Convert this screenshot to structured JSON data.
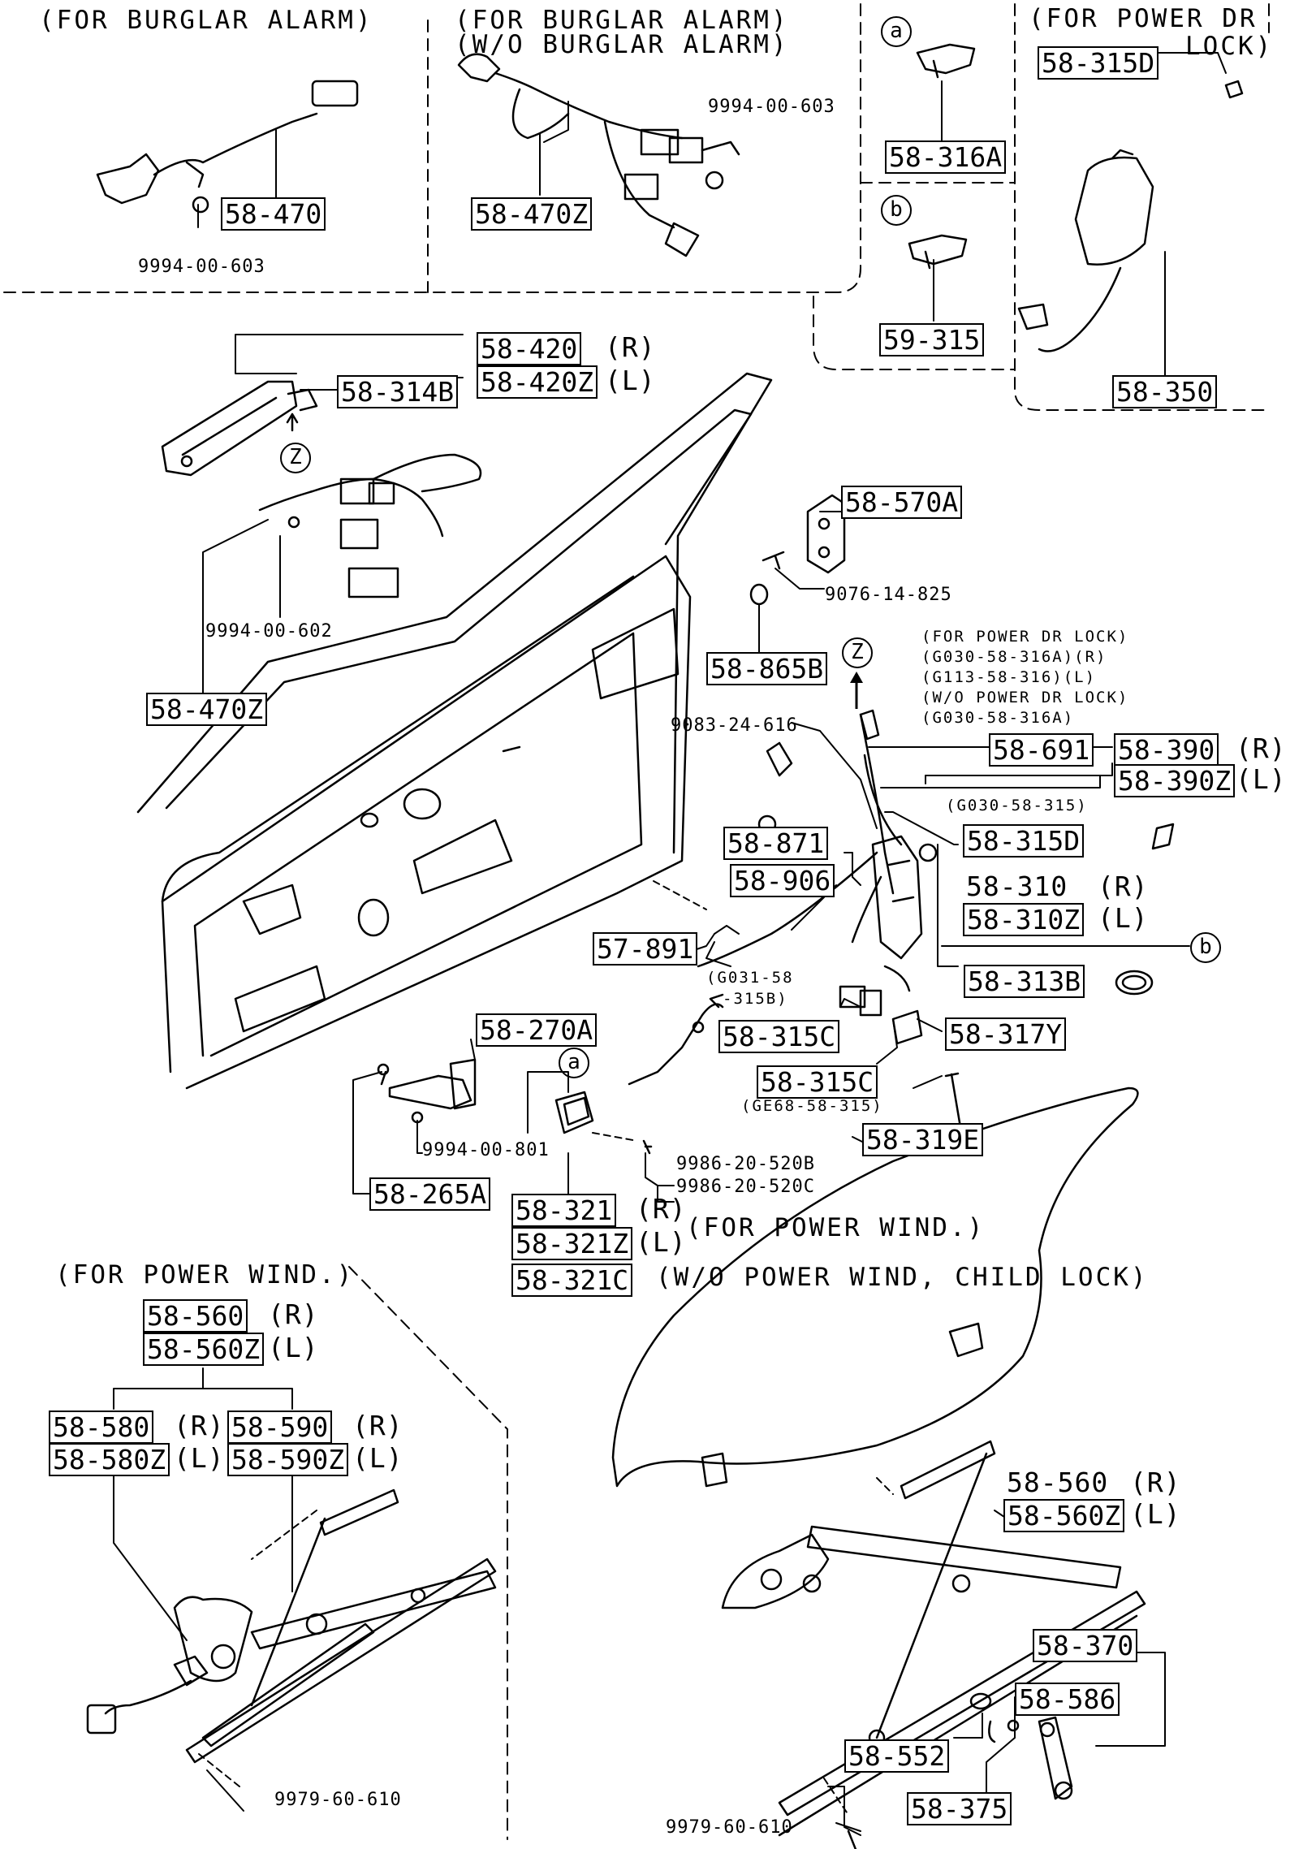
{
  "headers": {
    "for_burglar_alarm": "(FOR BURGLAR ALARM)",
    "for_wo_burglar_alarm_1": "(FOR BURGLAR ALARM)",
    "for_wo_burglar_alarm_2": "(W/O BURGLAR ALARM)",
    "for_power_dr_lock_1": "(FOR POWER DR",
    "for_power_dr_lock_2": "LOCK)",
    "for_power_wind_window": "(FOR POWER WIND.)",
    "for_power_wind_handle": "(FOR POWER WIND.)",
    "wo_power_wind_child_lock": "(W/O POWER WIND, CHILD LOCK)"
  },
  "circle_refs": {
    "a": "a",
    "b": "b",
    "z": "Z"
  },
  "variants": {
    "r": "(R)",
    "l": "(L)"
  },
  "parts": {
    "p58_470": "58-470",
    "p58_470z_top": "58-470Z",
    "p58_316a": "58-316A",
    "p59_315": "59-315",
    "p58_315d_top": "58-315D",
    "p58_350": "58-350",
    "p58_420": "58-420",
    "p58_420z": "58-420Z",
    "p58_314b": "58-314B",
    "p58_470z": "58-470Z",
    "p58_570a": "58-570A",
    "p58_865b": "58-865B",
    "p58_691": "58-691",
    "p58_390": "58-390",
    "p58_390z": "58-390Z",
    "p58_315d": "58-315D",
    "p58_871": "58-871",
    "p58_906": "58-906",
    "p58_310": "58-310",
    "p58_310z": "58-310Z",
    "p57_891": "57-891",
    "p58_313b": "58-313B",
    "p58_315c_a": "58-315C",
    "p58_317y": "58-317Y",
    "p58_315c_b": "58-315C",
    "p58_270a": "58-270A",
    "p58_319e": "58-319E",
    "p58_265a": "58-265A",
    "p58_321": "58-321",
    "p58_321z": "58-321Z",
    "p58_321c": "58-321C",
    "p58_560_left": "58-560",
    "p58_560z_left": "58-560Z",
    "p58_580": "58-580",
    "p58_580z": "58-580Z",
    "p58_590": "58-590",
    "p58_590z": "58-590Z",
    "p58_560_right": "58-560",
    "p58_560z_right": "58-560Z",
    "p58_370": "58-370",
    "p58_586": "58-586",
    "p58_552": "58-552",
    "p58_375": "58-375"
  },
  "fasteners": {
    "f9994_00_603_a": "9994-00-603",
    "f9994_00_603_b": "9994-00-603",
    "f9994_00_602": "9994-00-602",
    "f9076_14_825": "9076-14-825",
    "f9083_24_616": "9083-24-616",
    "f9994_00_801": "9994-00-801",
    "f9986_20_520b": "9986-20-520B",
    "f9986_20_520c": "9986-20-520C",
    "f9979_60_610_left": "9979-60-610",
    "f9979_60_610_right": "9979-60-610"
  },
  "notes": {
    "power_lock_note": [
      "(FOR POWER DR LOCK)",
      "(G030-58-316A)(R)",
      "(G113-58-316)(L)",
      "(W/O POWER DR LOCK)",
      "(G030-58-316A)"
    ],
    "g030_58_315": "(G030-58-315)",
    "g031_58_1": "(G031-58",
    "g031_58_2": "-315B)",
    "ge68_58_315": "(GE68-58-315)"
  }
}
